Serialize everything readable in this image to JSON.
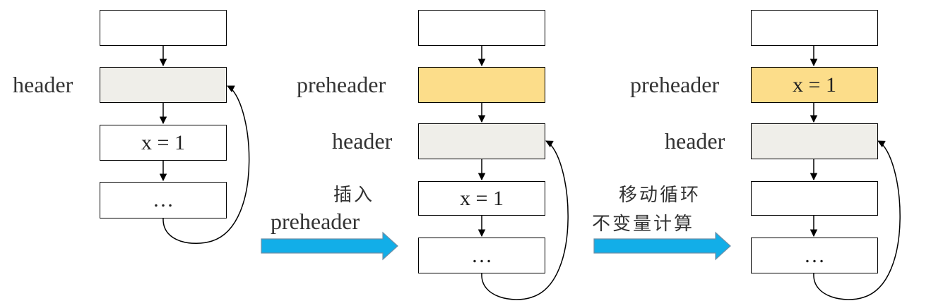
{
  "colors": {
    "plain": "#ffffff",
    "header": "#efeee9",
    "preheader": "#fcdd8a",
    "arrow": "#12aee8",
    "arrow_border": "#6b8fa8"
  },
  "diagram1": {
    "header_label": "header",
    "box3_text": "x = 1",
    "box4_text": "…"
  },
  "transition1": {
    "line1": "插入",
    "line2": "preheader"
  },
  "diagram2": {
    "preheader_label": "preheader",
    "header_label": "header",
    "box4_text": "x = 1",
    "box5_text": "…"
  },
  "transition2": {
    "line1": "移动循环",
    "line2": "不变量计算"
  },
  "diagram3": {
    "preheader_label": "preheader",
    "preheader_text": "x = 1",
    "header_label": "header",
    "box5_text": "…"
  }
}
